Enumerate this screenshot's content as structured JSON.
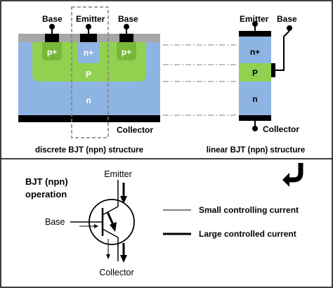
{
  "top_panel": {
    "discrete": {
      "labels": {
        "base_left": "Base",
        "emitter": "Emitter",
        "base_right": "Base",
        "p_plus_left": "p+",
        "n_plus": "n+",
        "p_plus_right": "p+",
        "p_region": "P",
        "n_region": "n",
        "collector": "Collector"
      },
      "caption": "discrete BJT (npn) structure"
    },
    "linear": {
      "labels": {
        "emitter": "Emitter",
        "base": "Base",
        "n_plus": "n+",
        "p_region": "P",
        "n_region": "n",
        "collector": "Collector"
      },
      "caption": "linear BJT (npn) structure"
    }
  },
  "bottom_panel": {
    "title_line1": "BJT  (npn)",
    "title_line2": "operation",
    "symbol_labels": {
      "emitter": "Emitter",
      "base": "Base",
      "collector": "Collector"
    },
    "legend": {
      "thin": "Small controlling current",
      "thick": "Large controlled current"
    }
  },
  "colors": {
    "substrate_blue": "#8eb4e3",
    "p_green": "#92d050",
    "p_plus_green": "#77b737",
    "contact_black": "#000000",
    "oxide_gray": "#a6a6a6",
    "dashed_gray": "#808080"
  }
}
